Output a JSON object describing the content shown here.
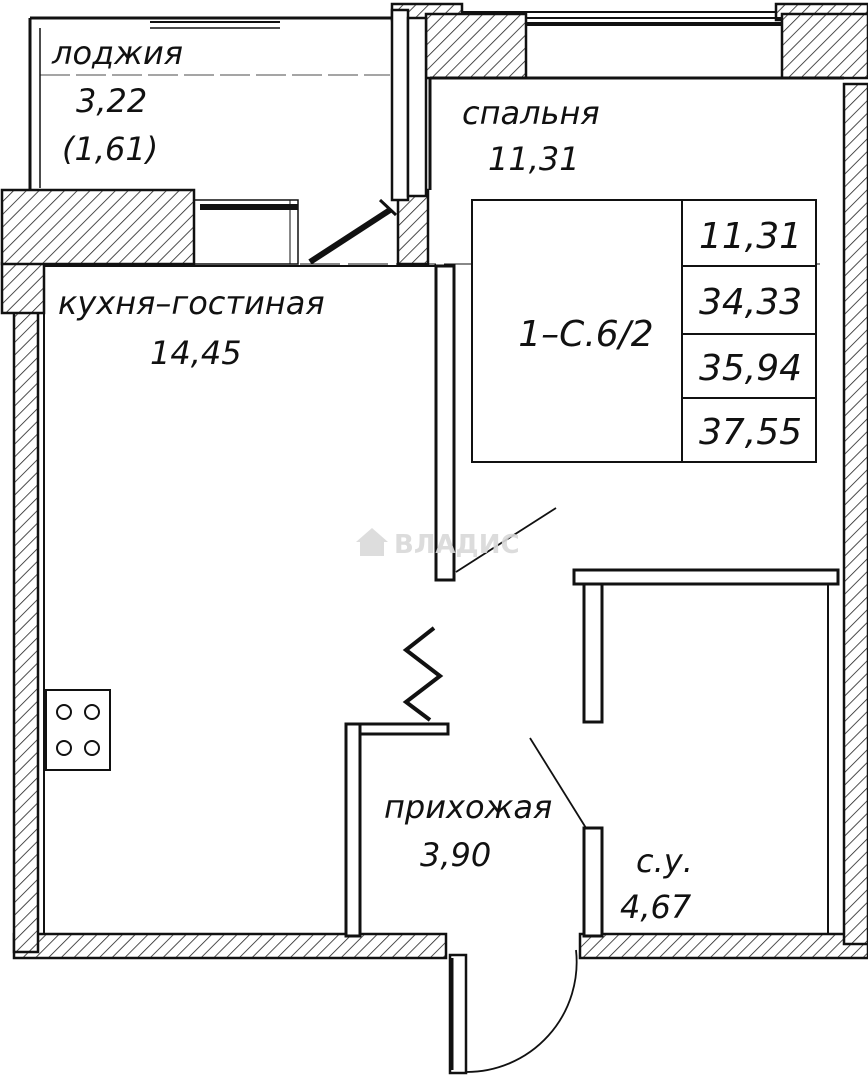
{
  "rooms": {
    "loggia": {
      "name": "лоджия",
      "area": "3,22",
      "reduced": "(1,61)"
    },
    "bedroom": {
      "name": "спальня",
      "area": "11,31"
    },
    "kitchen": {
      "name": "кухня–гостиная",
      "area": "14,45"
    },
    "hallway": {
      "name": "прихожая",
      "area": "3,90"
    },
    "bathroom": {
      "name": "с.у.",
      "area": "4,67"
    }
  },
  "info_table": {
    "code": "1–С.6/2",
    "values": [
      "11,31",
      "34,33",
      "35,94",
      "37,55"
    ]
  },
  "watermark": "ВЛАДИС",
  "colors": {
    "line": "#111111",
    "hatch": "#222222",
    "background": "#ffffff"
  }
}
